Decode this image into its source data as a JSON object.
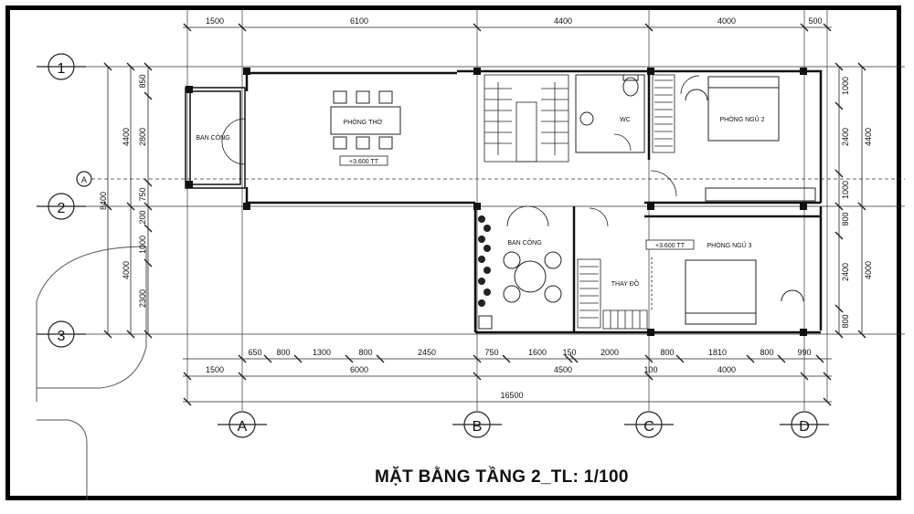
{
  "title": "MẶT BẰNG TẦNG 2_TL: 1/100",
  "rooms": {
    "altar": "PHÒNG THỜ",
    "balcony_left": "BAN CÔNG",
    "balcony_mid": "BAN CÔNG",
    "wc": "WC",
    "bedroom2": "PHÒNG NGỦ 2",
    "bedroom3": "PHÒNG NGỦ 3",
    "dressing": "THAY ĐỒ"
  },
  "levels": {
    "altar": "+3.600",
    "bedroom3": "+3.600",
    "suffix": "TT"
  },
  "axes": {
    "rows": [
      "1",
      "2",
      "3"
    ],
    "cols": [
      "A",
      "B",
      "C",
      "D"
    ],
    "section": "A"
  },
  "dims_top": [
    "1500",
    "6100",
    "4400",
    "4000",
    "500"
  ],
  "dims_bottom_detail": [
    "650",
    "800",
    "1300",
    "800",
    "2450",
    "750",
    "1600",
    "150",
    "2000",
    "800",
    "1810",
    "800",
    "990"
  ],
  "dims_bottom_mid": [
    "1500",
    "6000",
    "4500",
    "100",
    "4000"
  ],
  "dims_bottom_total": "16500",
  "dims_left_outer": [
    "4400",
    "4000"
  ],
  "dims_left_inner": [
    "850",
    "2800",
    "750",
    "200",
    "1000",
    "2300"
  ],
  "dims_left_overall": "8400",
  "dims_right_inner": [
    "1000",
    "2400",
    "1000",
    "800",
    "2400",
    "800"
  ],
  "dims_right_outer": [
    "4400",
    "4000"
  ]
}
